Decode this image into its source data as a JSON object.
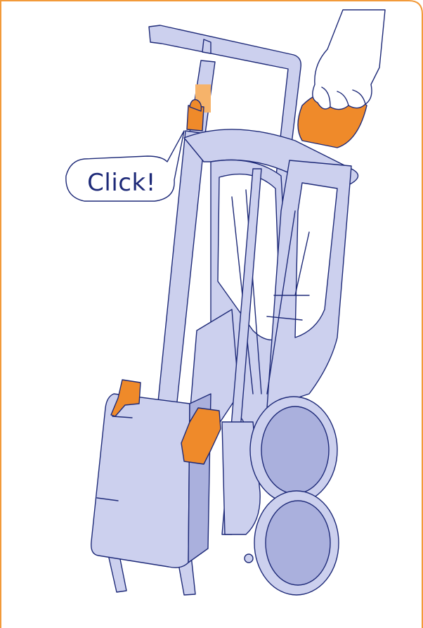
{
  "callout": {
    "text": "Click!"
  },
  "colors": {
    "frame_border": "#f29a3a",
    "outline": "#1e2a78",
    "stroller_fill": "#ccd0ee",
    "stroller_fill_dark": "#aab0dd",
    "accent_orange": "#ef8a2a",
    "accent_orange_light": "#f6b36a",
    "skin": "#ffffff"
  },
  "illustration": {
    "subject": "folded-stroller",
    "parts": [
      "handlebar",
      "hand-gripping-fold-handle",
      "orange-fold-latch",
      "locking-clips",
      "basket",
      "rear-wheels"
    ]
  }
}
